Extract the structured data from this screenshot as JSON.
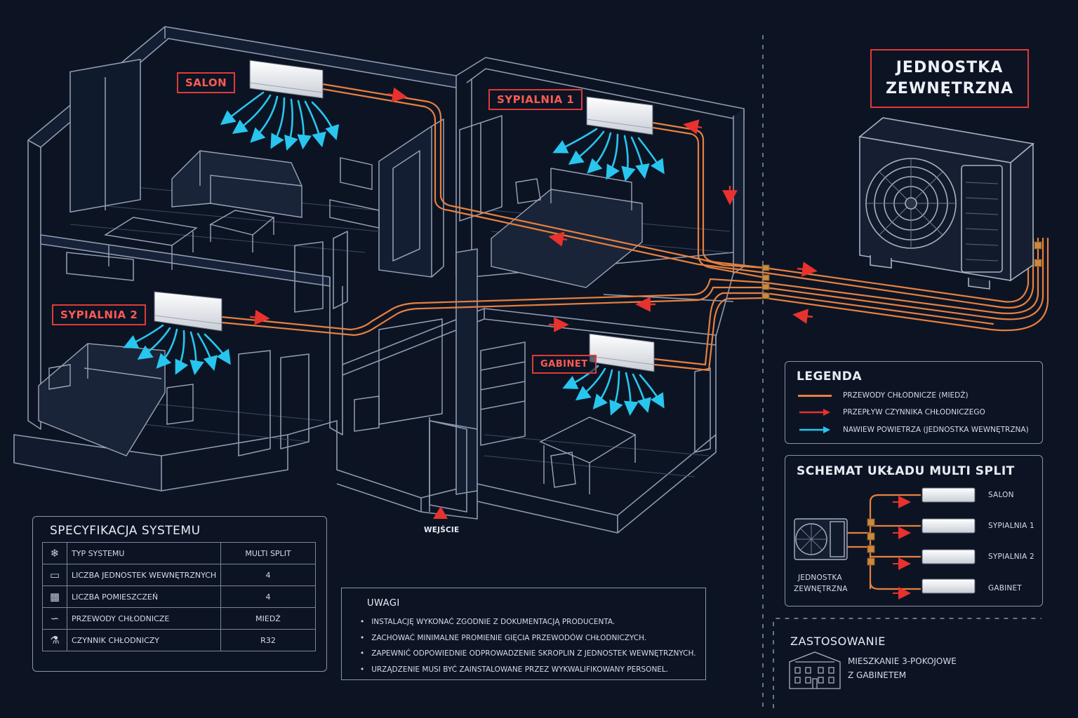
{
  "rooms": {
    "salon": "SALON",
    "sypialnia1": "SYPIALNIA 1",
    "sypialnia2": "SYPIALNIA 2",
    "gabinet": "GABINET"
  },
  "entrance": "WEJŚCIE",
  "outdoor_unit": {
    "line1": "JEDNOSTKA",
    "line2": "ZEWNĘTRZNA"
  },
  "legend": {
    "title": "LEGENDA",
    "items": [
      {
        "label": "PRZEWODY CHŁODNICZE (MIEDŹ)",
        "color": "#e8803e"
      },
      {
        "label": "PRZEPŁYW CZYNNIKA CHŁODNICZEGO",
        "color": "#e8322e"
      },
      {
        "label": "NAWIEW POWIETRZA (JEDNOSTKA WEWNĘTRZNA)",
        "color": "#28c6ee"
      }
    ]
  },
  "schematic": {
    "title": "SCHEMAT UKŁADU MULTI SPLIT",
    "outdoor_line1": "JEDNOSTKA",
    "outdoor_line2": "ZEWNĘTRZNA",
    "units": [
      "SALON",
      "SYPIALNIA 1",
      "SYPIALNIA 2",
      "GABINET"
    ]
  },
  "application": {
    "title": "ZASTOSOWANIE",
    "line1": "MIESZKANIE 3-POKOJOWE",
    "line2": "Z GABINETEM"
  },
  "spec": {
    "title": "SPECYFIKACJA SYSTEMU",
    "rows": [
      {
        "icon": "snowflake-icon",
        "glyph": "❄",
        "key": "TYP SYSTEMU",
        "value": "MULTI SPLIT"
      },
      {
        "icon": "indoor-unit-icon",
        "glyph": "▭",
        "key": "LICZBA JEDNOSTEK WEWNĘTRZNYCH",
        "value": "4"
      },
      {
        "icon": "room-grid-icon",
        "glyph": "▦",
        "key": "LICZBA POMIESZCZEŃ",
        "value": "4"
      },
      {
        "icon": "pipe-icon",
        "glyph": "∽",
        "key": "PRZEWODY CHŁODNICZE",
        "value": "MIEDŹ"
      },
      {
        "icon": "refrigerant-bottle-icon",
        "glyph": "⚗",
        "key": "CZYNNIK CHŁODNICZY",
        "value": "R32"
      }
    ]
  },
  "notes": {
    "title": "UWAGI",
    "items": [
      "INSTALACJĘ WYKONAĆ ZGODNIE Z DOKUMENTACJĄ PRODUCENTA.",
      "ZACHOWAĆ MINIMALNE PROMIENIE GIĘCIA PRZEWODÓW CHŁODNICZYCH.",
      "ZAPEWNIĆ ODPOWIEDNIE ODPROWADZENIE SKROPLIN Z JEDNOSTEK WEWNĘTRZNYCH.",
      "URZĄDZENIE MUSI BYĆ ZAINSTALOWANE PRZEZ WYKWALIFIKOWANY PERSONEL."
    ]
  },
  "colors": {
    "background": "#0c1424",
    "wall_line": "#8f9ab0",
    "pipe": "#e8803e",
    "flow_arrow": "#e8322e",
    "airflow": "#28c6ee",
    "tag_border": "#e03a36"
  }
}
